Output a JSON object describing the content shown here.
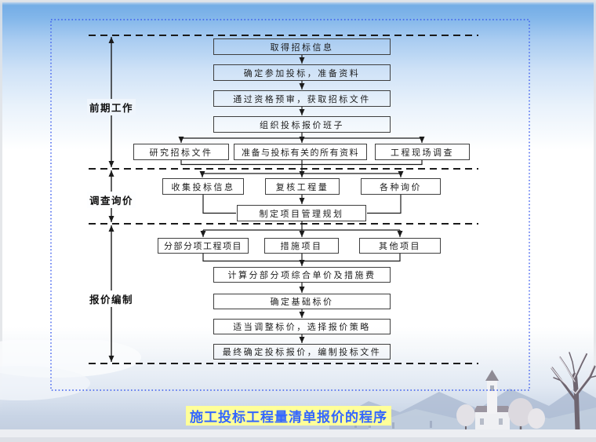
{
  "slide_title": {
    "text": "施工投标工程量清单报价的程序"
  },
  "phases": [
    {
      "label": "前期工作"
    },
    {
      "label": "调查询价"
    },
    {
      "label": "报价编制"
    }
  ],
  "nodes": {
    "obtain_info": "取得招标信息",
    "decide_participate": "确定参加投标，准备资料",
    "prequalification": "通过资格预审，获取招标文件",
    "organize_team": "组织投标报价班子",
    "study_documents": "研究招标文件",
    "prepare_materials": "准备与投标有关的所有资料",
    "site_investigation": "工程现场调查",
    "collect_info": "收集投标信息",
    "verify_quantities": "复核工程量",
    "various_inquiries": "各种询价",
    "management_plan": "制定项目管理规划",
    "divisional_items": "分部分项工程项目",
    "measure_items": "措施项目",
    "other_items": "其他项目",
    "calc_unit_price": "计算分部分项综合单价及措施费",
    "base_price": "确定基础标价",
    "adjust_price": "适当调整标价，选择报价策略",
    "final_quotation": "最终确定投标报价，编制投标文件"
  },
  "colors": {
    "title_bg": "#ffff99",
    "title_text": "#3366ff",
    "dotted_border": "#3a5bee",
    "line": "#1b1b1b",
    "sky": "#74ade6"
  }
}
